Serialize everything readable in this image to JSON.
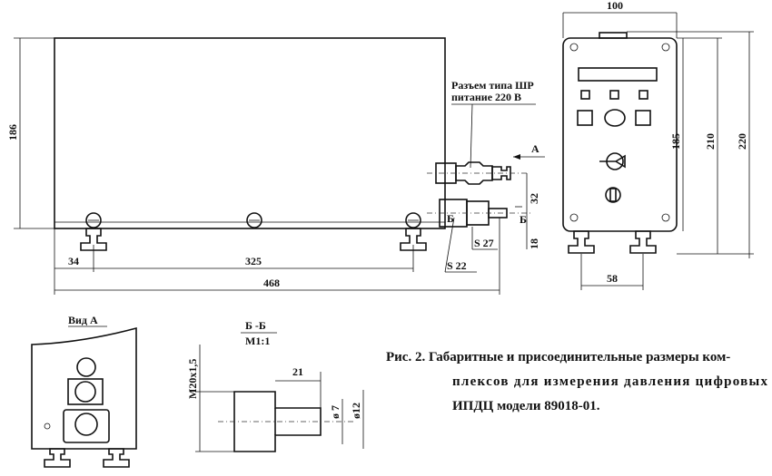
{
  "dimensions": {
    "height_main": "186",
    "offset_left": "34",
    "feet_spacing": "325",
    "total_length": "468",
    "connector_spacing": "32",
    "fitting_height": "18",
    "front_width": "100",
    "front_h1": "185",
    "front_h2": "210",
    "front_h3": "220",
    "front_feet": "58",
    "fitting_length": "21",
    "diam_inner": "ø 7",
    "diam_outer": "ø12",
    "thread": "M20x1,5"
  },
  "labels": {
    "connector_line1": "Разъем типа ШР",
    "connector_line2": "питание 220 В",
    "view_arrow": "A",
    "section_mark": "Б",
    "wrench_s22": "S 22",
    "wrench_s27": "S 27",
    "view_a": "Вид А",
    "section_title": "Б -Б",
    "section_scale": "М1:1"
  },
  "caption": {
    "line1": "Рис. 2.   Габаритные и присоединительные размеры ком-",
    "line2": "плексов  для  измерения  давления  цифровых",
    "line3": "ИПДЦ модели     89018-01."
  }
}
